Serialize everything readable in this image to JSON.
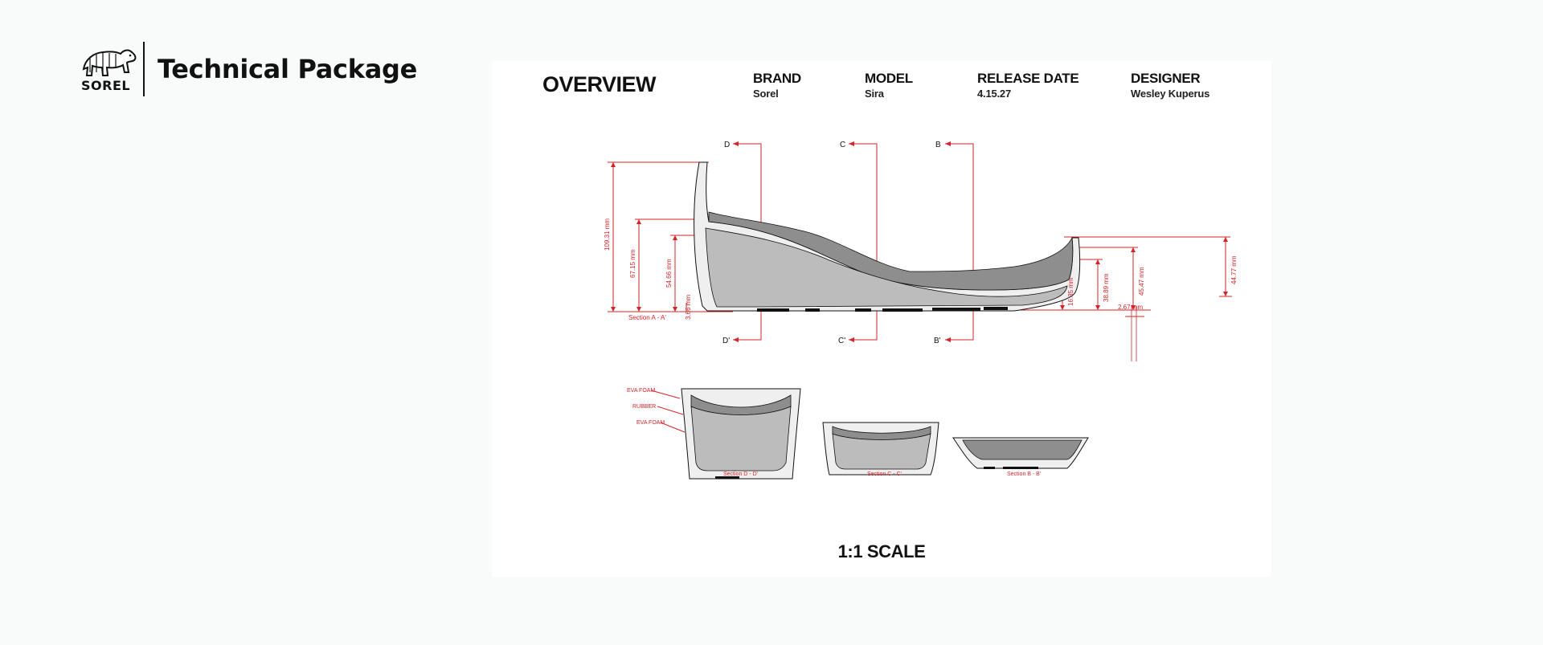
{
  "header": {
    "logo_text": "SOREL",
    "title": "Technical Package"
  },
  "overview": {
    "title": "OVERVIEW",
    "meta": [
      {
        "label": "BRAND",
        "value": "Sorel"
      },
      {
        "label": "MODEL",
        "value": "Sira"
      },
      {
        "label": "RELEASE DATE",
        "value": "4.15.27"
      },
      {
        "label": "DESIGNER",
        "value": "Wesley Kuperus"
      }
    ],
    "scale_label": "1:1 SCALE"
  },
  "drawing": {
    "section_markers": [
      "D",
      "C",
      "B",
      "D'",
      "C'",
      "B'"
    ],
    "main_section_label": "Section A - A'",
    "dimensions": [
      "109.31 mm",
      "67.15 mm",
      "54.66 mm",
      "3.66 mm",
      "16.35 mm",
      "38.89 mm",
      "45.47 mm",
      "44.77 mm",
      "2.67 mm"
    ],
    "materials": [
      "EVA FOAM",
      "RUBBER",
      "EVA FOAM"
    ],
    "section_labels": [
      "Section D - D'",
      "Section C - C'",
      "Section B - B'"
    ]
  },
  "colors": {
    "annotation_red": "#d6232a",
    "foam_light": "#efefef",
    "rubber_gray": "#bcbcbc",
    "rubber_dark": "#8e8e8e"
  }
}
